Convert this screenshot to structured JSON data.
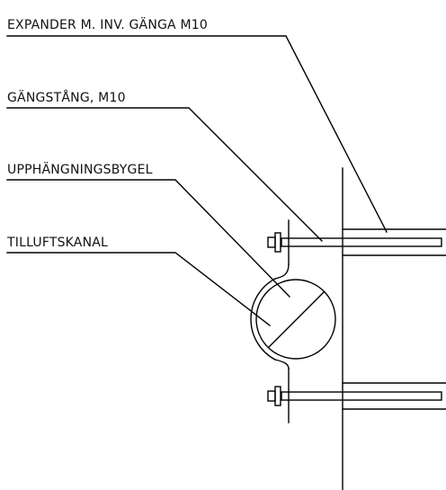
{
  "labels": {
    "expander": "EXPANDER M. INV. GÄNGA M10",
    "threaded_rod": "GÄNGSTÅNG, M10",
    "hanger_bracket": "UPPHÄNGNINGSBYGEL",
    "supply_duct": "TILLUFTSKANAL"
  },
  "colors": {
    "line": "#000000",
    "background": "#ffffff"
  }
}
